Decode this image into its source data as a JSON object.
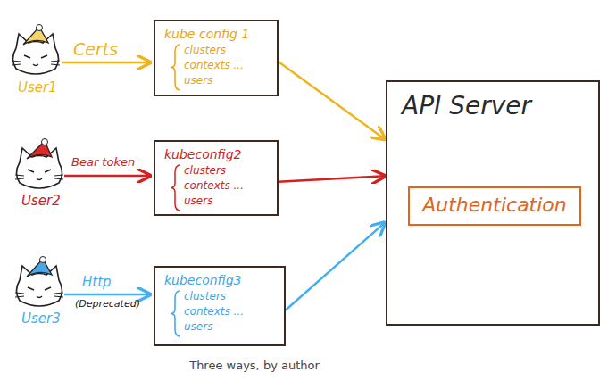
{
  "diagram": {
    "caption": "Three ways, by author",
    "nodes": [
      {
        "text": [
          "kube config 1",
          "clusters",
          "contexts ...",
          "users"
        ]
      },
      {
        "text": [
          "kubeconfig2",
          "clusters",
          "contexts ...",
          "users"
        ]
      },
      {
        "text": [
          "kubeconfig3",
          "clusters",
          "contexts ...",
          "users"
        ]
      },
      {
        "text": [
          "API Server"
        ]
      },
      {
        "text": [
          "Authentication"
        ],
        "in": 3
      }
    ],
    "edges": [
      {
        "from": 0,
        "to": 3,
        "arrow": "to"
      },
      {
        "from": 1,
        "to": 3,
        "arrow": "to"
      },
      {
        "from": 2,
        "to": 3,
        "arrow": "to"
      }
    ],
    "labels": [
      "Certs",
      "User1",
      "Bear token",
      "User2",
      "Http",
      "(Deprecated)",
      "User3"
    ]
  }
}
